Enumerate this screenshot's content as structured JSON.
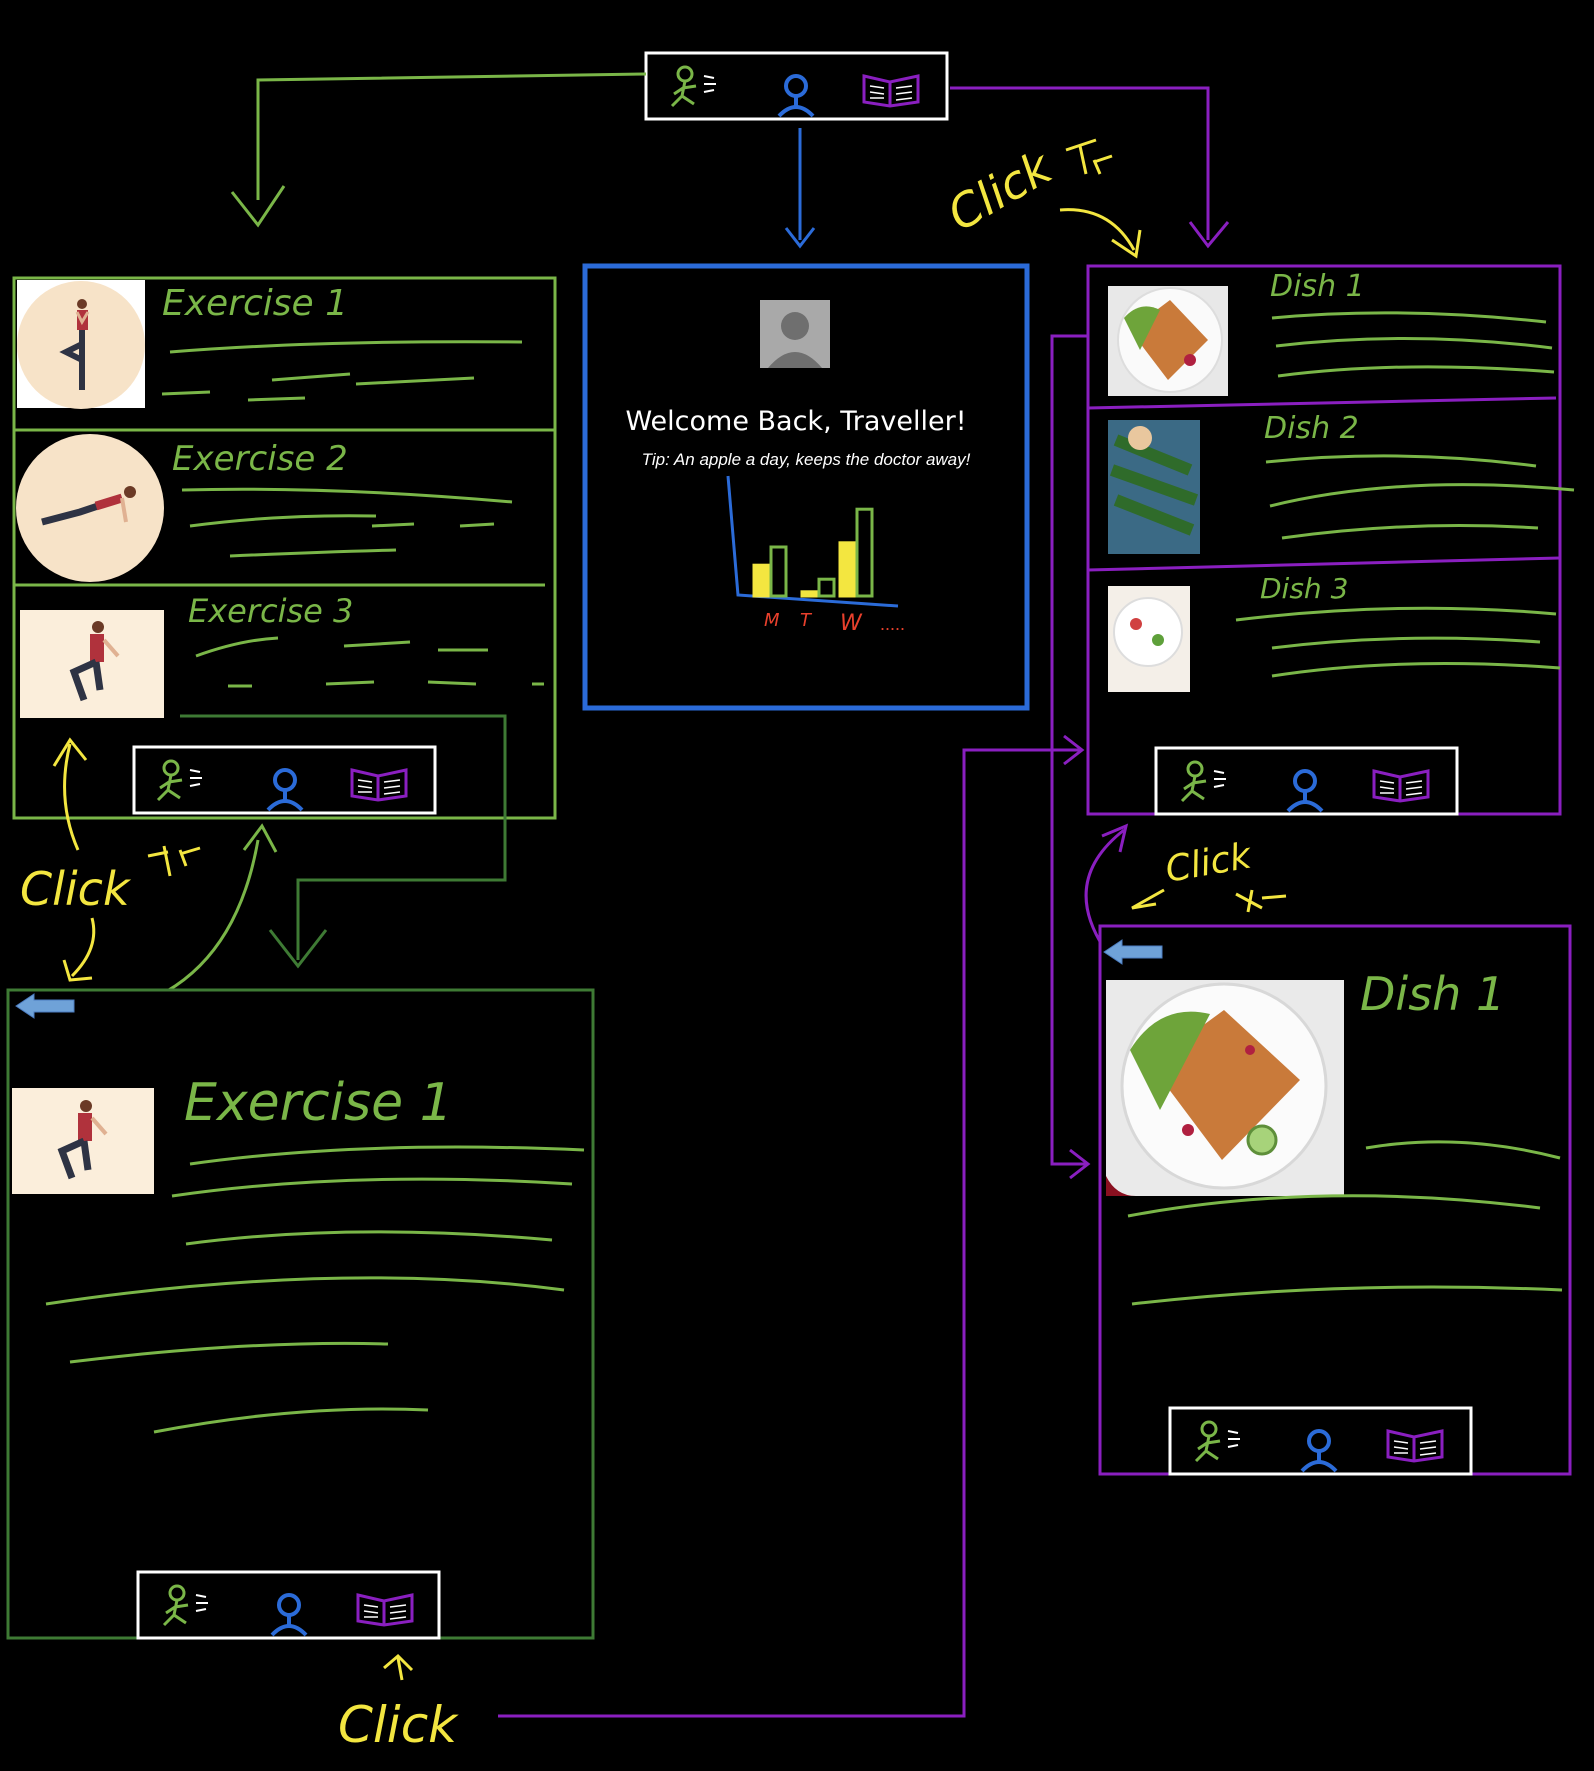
{
  "colors": {
    "green": "#7ab648",
    "dark_green": "#3e7a34",
    "blue": "#2b6bd8",
    "purple": "#8a1fc0",
    "yellow": "#f3e640",
    "white": "#ffffff",
    "red": "#e8402c"
  },
  "navbar_icons": [
    "running-person-icon",
    "profile-person-icon",
    "recipe-book-icon"
  ],
  "profile": {
    "title": "Welcome Back, Traveller!",
    "tip": "Tip: An apple a day, keeps the doctor away!",
    "chart_days": [
      "M",
      "T",
      "W",
      "....."
    ]
  },
  "exercise_list": {
    "items": [
      {
        "label": "Exercise 1",
        "icon": "tree-pose-figure"
      },
      {
        "label": "Exercise 2",
        "icon": "plank-figure"
      },
      {
        "label": "Exercise 3",
        "icon": "squat-figure"
      }
    ]
  },
  "exercise_detail": {
    "title": "Exercise 1"
  },
  "dish_list": {
    "items": [
      {
        "label": "Dish 1"
      },
      {
        "label": "Dish 2"
      },
      {
        "label": "Dish 3"
      }
    ]
  },
  "dish_detail": {
    "title": "Dish 1"
  },
  "annotations": {
    "click": "Click",
    "click_short": "Click"
  },
  "chart_data": {
    "type": "bar",
    "categories": [
      "M",
      "T",
      "W"
    ],
    "series": [
      {
        "values": [
          2.2,
          0.3,
          3.8
        ]
      },
      {
        "values": [
          3.5,
          1.2,
          6.2
        ]
      }
    ],
    "title": "",
    "xlabel": "",
    "ylabel": "",
    "grid": false
  }
}
